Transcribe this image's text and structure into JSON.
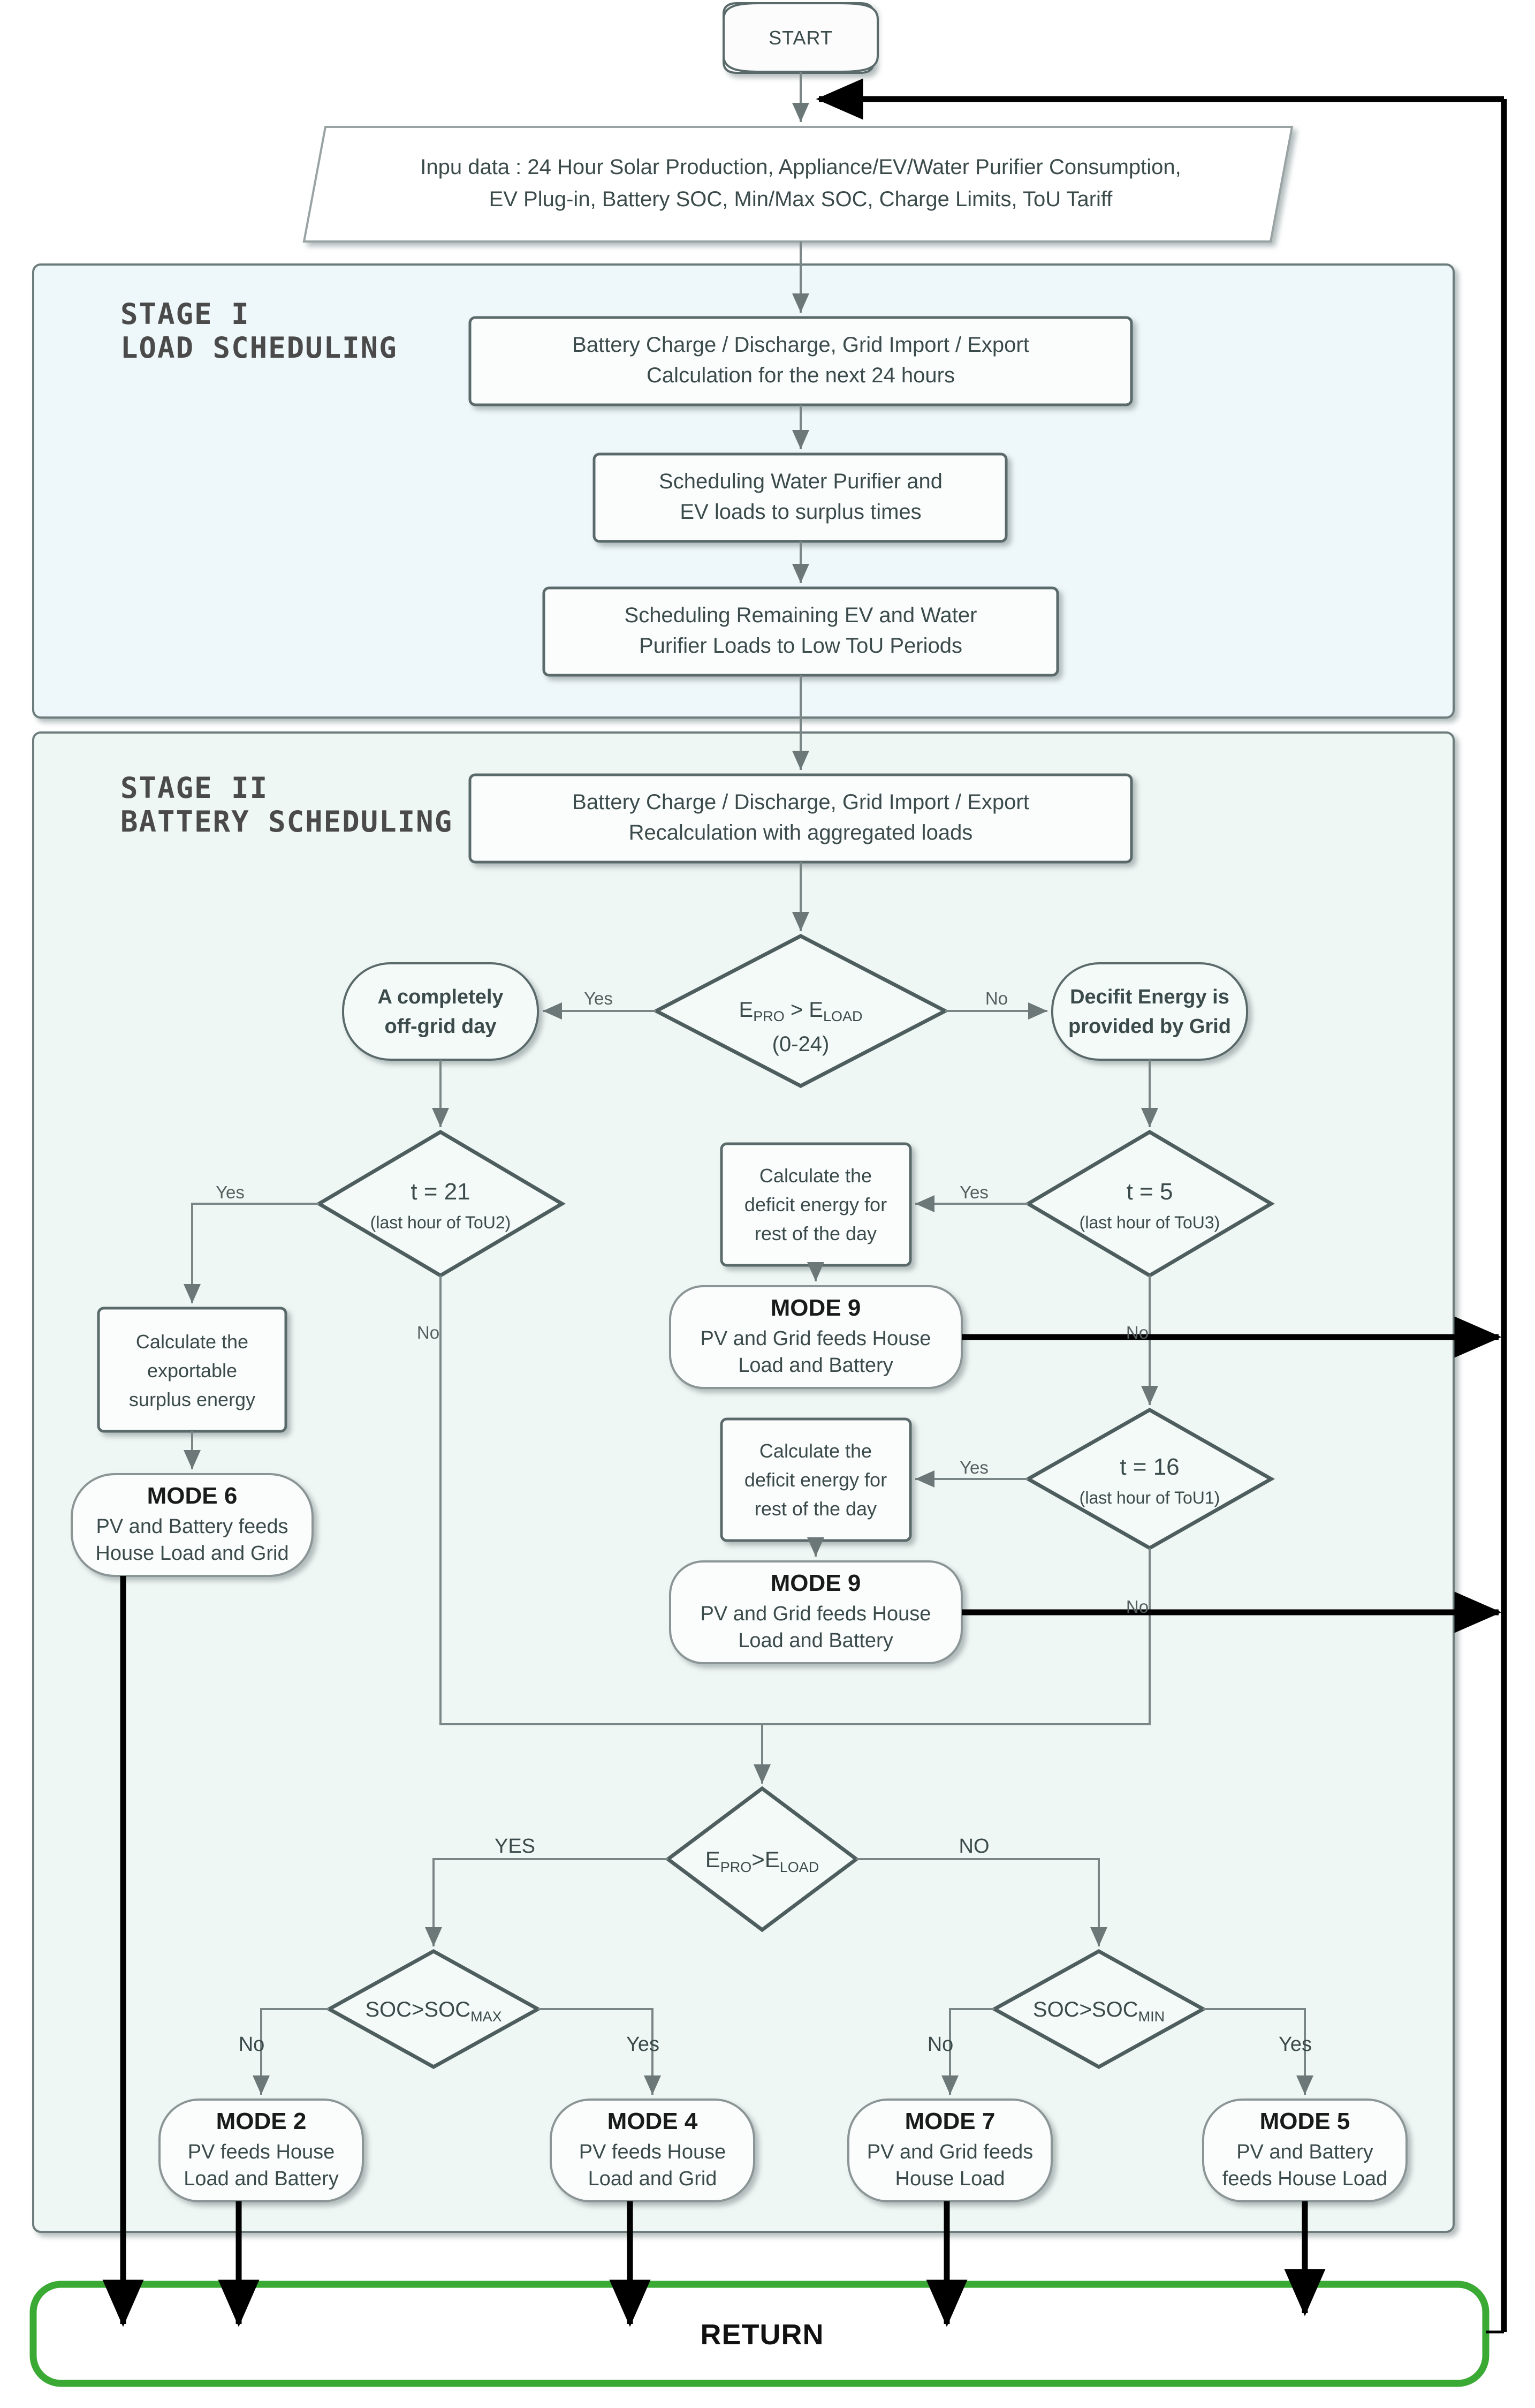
{
  "diagram": {
    "title": "Two-Stage Home Energy Management Scheduling Flowchart",
    "colors": {
      "stage1_fill": "#eef7fa",
      "stage2_fill": "#eef7f4",
      "node_stroke": "#5a6a6a",
      "return_stroke": "#3aaa35",
      "edge": "#7a8585",
      "bold_edge": "#000000"
    }
  },
  "start": {
    "label": "START"
  },
  "input": {
    "line1": "Inpu data : 24 Hour Solar Production, Appliance/EV/Water Purifier Consumption,",
    "line2": "EV Plug-in, Battery SOC, Min/Max SOC, Charge Limits, ToU Tariff"
  },
  "stage1": {
    "title_line1": "STAGE I",
    "title_line2": "LOAD SCHEDULING",
    "steps": [
      {
        "line1": "Battery Charge / Discharge, Grid Import / Export",
        "line2": "Calculation for the next 24 hours"
      },
      {
        "line1": "Scheduling Water Purifier and",
        "line2": "EV loads to surplus times"
      },
      {
        "line1": "Scheduling Remaining EV and Water",
        "line2": "Purifier Loads to Low ToU Periods"
      }
    ]
  },
  "stage2": {
    "title_line1": "STAGE II",
    "title_line2": "BATTERY SCHEDULING",
    "recalc": {
      "line1": "Battery Charge / Discharge, Grid Import / Export",
      "line2": "Recalculation with aggregated loads"
    },
    "decision_main": {
      "line1_a": "E",
      "line1_sub": "PRO",
      "line1_b": " > E",
      "line1_sub2": "LOAD",
      "line2": "(0-24)"
    },
    "branch_yes_label": "Yes",
    "branch_no_label": "No",
    "offgrid": {
      "line1": "A completely",
      "line2": "off-grid day"
    },
    "deficit_grid": {
      "line1": "Decifit Energy is",
      "line2": "provided by Grid"
    },
    "t21": {
      "line1": "t = 21",
      "line2": "(last hour of ToU2)"
    },
    "t5": {
      "line1": "t = 5",
      "line2": "(last hour of ToU3)"
    },
    "t16": {
      "line1": "t = 16",
      "line2": "(last hour of ToU1)"
    },
    "calc_exportable": {
      "line1": "Calculate the",
      "line2": "exportable",
      "line3": "surplus energy"
    },
    "calc_deficit_a": {
      "line1": "Calculate the",
      "line2": "deficit energy for",
      "line3": "rest of the day"
    },
    "calc_deficit_b": {
      "line1": "Calculate the",
      "line2": "deficit energy for",
      "line3": "rest of the day"
    },
    "mode6": {
      "title": "MODE 6",
      "line1": "PV and Battery feeds",
      "line2": "House Load and Grid"
    },
    "mode9_a": {
      "title": "MODE 9",
      "line1": "PV and Grid feeds House",
      "line2": "Load and Battery"
    },
    "mode9_b": {
      "title": "MODE 9",
      "line1": "PV and Grid feeds House",
      "line2": "Load and Battery"
    },
    "decision_lower": {
      "a": "E",
      "a_sub": "PRO",
      "b": ">E",
      "b_sub": "LOAD"
    },
    "lower_yes_label": "YES",
    "lower_no_label": "NO",
    "soc_max": {
      "a": "SOC>SOC",
      "a_sub": "MAX"
    },
    "soc_min": {
      "a": "SOC>SOC",
      "a_sub": "MIN"
    },
    "soc_max_no": "No",
    "soc_max_yes": "Yes",
    "soc_min_no": "No",
    "soc_min_yes": "Yes",
    "yes_t21": "Yes",
    "no_t21": "No",
    "yes_t5": "Yes",
    "no_t5": "No",
    "yes_t16": "Yes",
    "no_t16": "No",
    "mode2": {
      "title": "MODE 2",
      "line1": "PV feeds House",
      "line2": "Load and Battery"
    },
    "mode4": {
      "title": "MODE 4",
      "line1": "PV feeds House",
      "line2": "Load and Grid"
    },
    "mode7": {
      "title": "MODE 7",
      "line1": "PV and Grid feeds",
      "line2": "House Load"
    },
    "mode5": {
      "title": "MODE 5",
      "line1": "PV and Battery",
      "line2": "feeds House Load"
    }
  },
  "return_node": {
    "label": "RETURN"
  }
}
